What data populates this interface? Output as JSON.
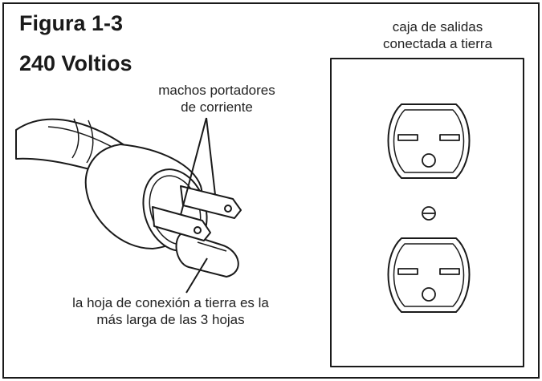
{
  "figure": {
    "title": "Figura 1-3",
    "subtitle": "240 Voltios"
  },
  "labels": {
    "outlet_box": [
      "caja de salidas",
      "conectada a tierra"
    ],
    "current_prongs": [
      "machos portadores",
      "de corriente"
    ],
    "ground_blade": [
      "la hoja de conexión a tierra es la",
      "más larga de las 3 hojas"
    ]
  },
  "colors": {
    "ink": "#1a1a1a",
    "background": "#ffffff"
  }
}
